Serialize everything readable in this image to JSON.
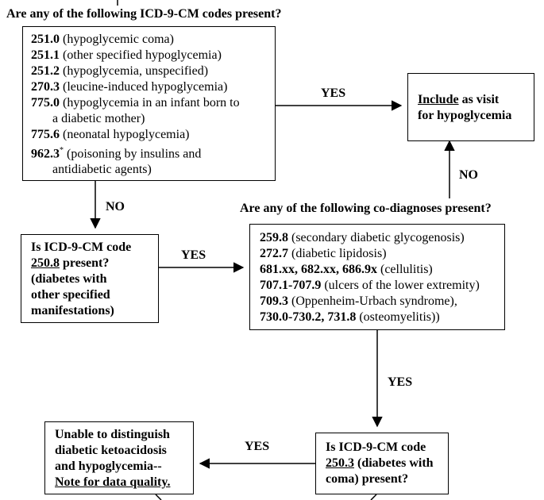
{
  "q1_heading": "Are any of the following ICD-9-CM codes present?",
  "q1_codes": [
    {
      "code": "251.0",
      "desc": "(hypoglycemic coma)"
    },
    {
      "code": "251.1",
      "desc": "(other specified hypoglycemia)"
    },
    {
      "code": "251.2",
      "desc": "(hypoglycemia, unspecified)"
    },
    {
      "code": "270.3",
      "desc": "(leucine-induced hypoglycemia)"
    },
    {
      "code": "775.0",
      "desc": "(hypoglycemia in an infant born to",
      "cont": "a diabetic mother)"
    },
    {
      "code": "775.6",
      "desc": "(neonatal hypoglycemia)"
    },
    {
      "code": "962.3",
      "sup": "*",
      "desc": "(poisoning by insulins and",
      "cont": "antidiabetic agents)"
    }
  ],
  "include_box": {
    "line1_underlined": "Include",
    "line1_rest": " as visit",
    "line2": "for hypoglycemia"
  },
  "codiag_heading": "Are any of the following co-diagnoses present?",
  "codiag_codes": [
    {
      "code": "259.8",
      "desc": " (secondary diabetic glycogenosis)"
    },
    {
      "code": "272.7",
      "desc": " (diabetic lipidosis)"
    },
    {
      "code": "681.xx, 682.xx, 686.9x",
      "desc": " (cellulitis)"
    },
    {
      "code": "707.1-707.9",
      "desc": " (ulcers of the lower extremity)"
    },
    {
      "code": "709.3",
      "desc": " (Oppenheim-Urbach syndrome),"
    },
    {
      "code": "730.0-730.2, 731.8",
      "desc": " (osteomyelitis))"
    }
  ],
  "q2_box": {
    "line1": "Is ICD-9-CM code",
    "code_underlined": "250.8",
    "line2_rest": " present?",
    "line3": "(diabetes with",
    "line4": "other specified",
    "line5": "manifestations)"
  },
  "q3_box": {
    "line1": "Is ICD-9-CM code",
    "code_underlined": "250.3",
    "line2_rest": " (diabetes with",
    "line3": "coma) present?"
  },
  "unable_box": {
    "line1": "Unable to distinguish",
    "line2": "diabetic ketoacidosis",
    "line3": "and hypoglycemia--",
    "line4_underlined": "Note for data quality."
  },
  "edges": {
    "yes_to_include": "YES",
    "no_from_codiag": "NO",
    "no_to_q2": "NO",
    "yes_q2_to_codiag": "YES",
    "yes_codiag_to_q3": "YES",
    "yes_q3_to_unable": "YES"
  }
}
